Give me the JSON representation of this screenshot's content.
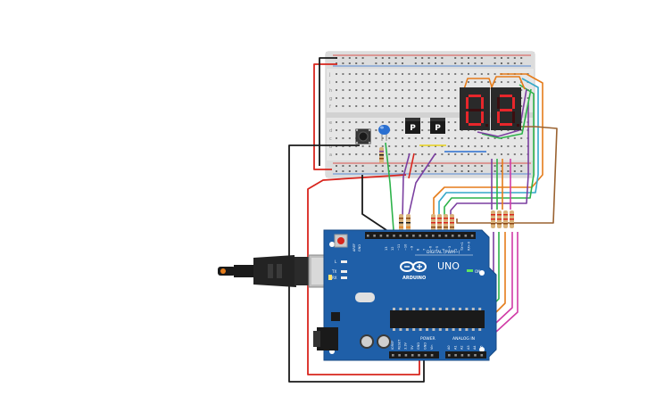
{
  "breadboard": {
    "row_letters_top": [
      "j",
      "i",
      "h",
      "g",
      "f"
    ],
    "row_letters_bottom": [
      "e",
      "d",
      "c",
      "b",
      "a"
    ]
  },
  "display": {
    "digits": [
      "0",
      "2"
    ],
    "segment_on_color": "#e8262b",
    "segment_off_color": "#3a0e10",
    "body_color": "#2a2a2a"
  },
  "transistors": [
    {
      "label": "P"
    },
    {
      "label": "P"
    }
  ],
  "arduino": {
    "board_color": "#1f5fa8",
    "model": "UNO",
    "brand": "ARDUINO",
    "digital_label": "DIGITAL (PWM~)",
    "power_label": "POWER",
    "analog_label": "ANALOG IN",
    "on_label": "ON",
    "tx_label": "TX",
    "rx_label": "RX",
    "l_label": "L",
    "aref_label": "AREF",
    "gnd_label": "GND",
    "digital_pins": [
      "13",
      "12",
      "~11",
      "~10",
      "~9",
      "8",
      "7",
      "~6",
      "~5",
      "4",
      "~3",
      "2",
      "TX→1",
      "RX←0"
    ],
    "power_pins": [
      "IOREF",
      "RESET",
      "3.3V",
      "5V",
      "GND",
      "GND",
      "Vin"
    ],
    "analog_pins": [
      "A0",
      "A1",
      "A2",
      "A3",
      "A4",
      "A5"
    ]
  },
  "wire_colors": {
    "red": "#d8251d",
    "black": "#1a1a1a",
    "green": "#2db34a",
    "purple": "#7b3fa0",
    "orange": "#e57c1b",
    "brown": "#9a6230",
    "blue": "#2a6fd1",
    "yellow": "#e8d21b",
    "pink": "#d03aa6",
    "teal": "#35a8c8"
  }
}
